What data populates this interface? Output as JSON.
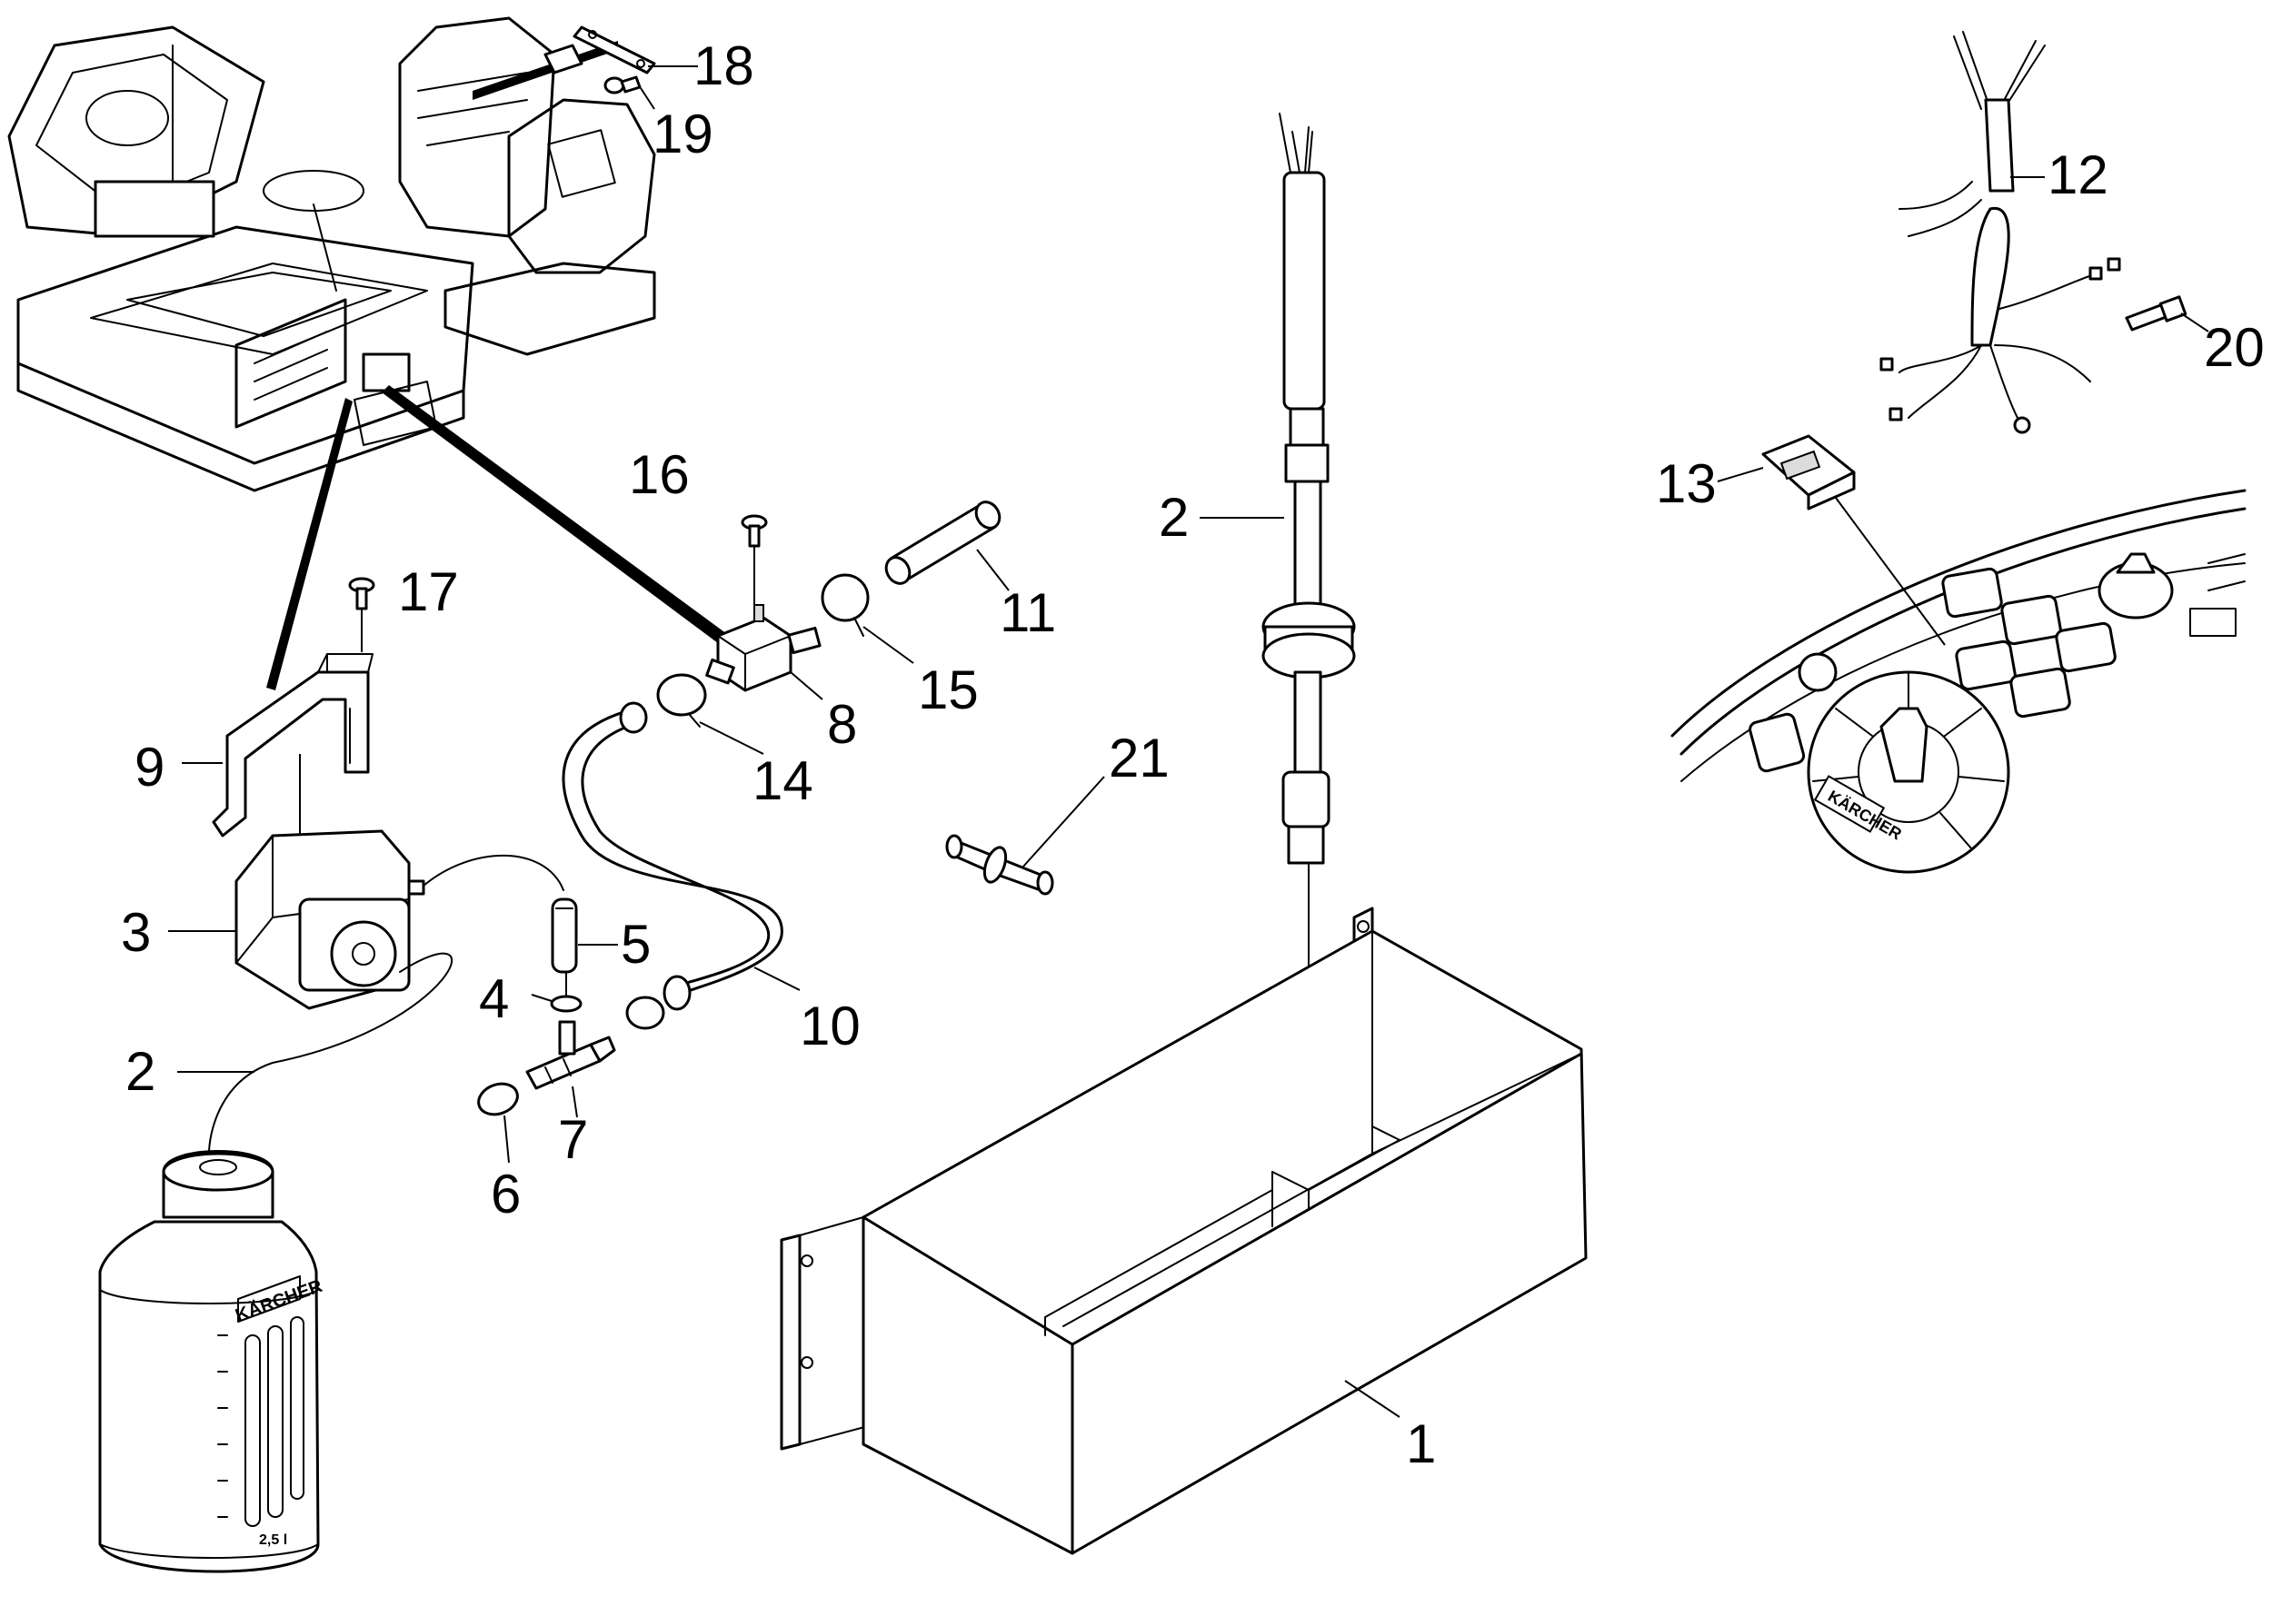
{
  "callouts": {
    "p1": "1",
    "p2": "2",
    "p2b": "2",
    "p3": "3",
    "p4": "4",
    "p5": "5",
    "p6": "6",
    "p7": "7",
    "p8": "8",
    "p9": "9",
    "p10": "10",
    "p11": "11",
    "p12": "12",
    "p13": "13",
    "p14": "14",
    "p15": "15",
    "p16": "16",
    "p17": "17",
    "p18": "18",
    "p19": "19",
    "p20": "20",
    "p21": "21"
  },
  "branding": {
    "bottle_logo": "KÄRCHER",
    "panel_logo": "KÄRCHER",
    "bottle_volume": "2,5 l"
  }
}
